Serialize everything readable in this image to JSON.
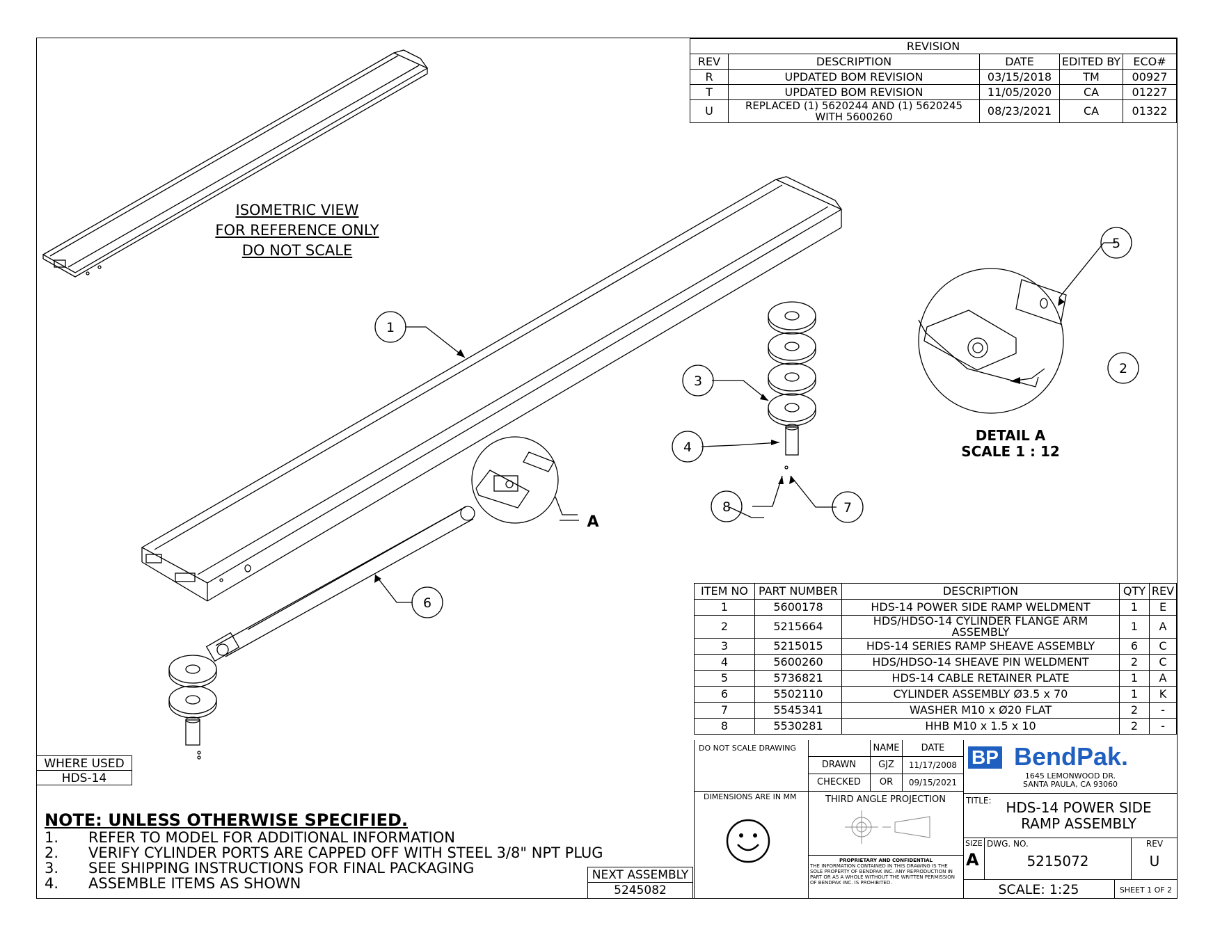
{
  "iso_note": [
    "ISOMETRIC VIEW",
    "FOR REFERENCE ONLY",
    "DO NOT SCALE"
  ],
  "detail": {
    "title": "DETAIL A",
    "scale": "SCALE 1 : 12",
    "callout": "A"
  },
  "balloons": [
    "1",
    "2",
    "3",
    "4",
    "5",
    "6",
    "7",
    "8"
  ],
  "revision": {
    "title": "REVISION",
    "headers": [
      "REV",
      "DESCRIPTION",
      "DATE",
      "EDITED BY",
      "ECO#"
    ],
    "rows": [
      [
        "R",
        "UPDATED BOM REVISION",
        "03/15/2018",
        "TM",
        "00927"
      ],
      [
        "T",
        "UPDATED BOM REVISION",
        "11/05/2020",
        "CA",
        "01227"
      ],
      [
        "U",
        "REPLACED (1) 5620244 AND (1) 5620245 WITH 5600260",
        "08/23/2021",
        "CA",
        "01322"
      ]
    ]
  },
  "bom": {
    "headers": [
      "ITEM NO",
      "PART NUMBER",
      "DESCRIPTION",
      "QTY",
      "REV"
    ],
    "rows": [
      [
        "1",
        "5600178",
        "HDS-14 POWER SIDE RAMP WELDMENT",
        "1",
        "E"
      ],
      [
        "2",
        "5215664",
        "HDS/HDSO-14 CYLINDER FLANGE ARM ASSEMBLY",
        "1",
        "A"
      ],
      [
        "3",
        "5215015",
        "HDS-14 SERIES RAMP SHEAVE ASSEMBLY",
        "6",
        "C"
      ],
      [
        "4",
        "5600260",
        "HDS/HDSO-14 SHEAVE PIN WELDMENT",
        "2",
        "C"
      ],
      [
        "5",
        "5736821",
        "HDS-14 CABLE RETAINER PLATE",
        "1",
        "A"
      ],
      [
        "6",
        "5502110",
        "CYLINDER ASSEMBLY Ø3.5 x 70",
        "1",
        "K"
      ],
      [
        "7",
        "5545341",
        "WASHER M10 x Ø20 FLAT",
        "2",
        "-"
      ],
      [
        "8",
        "5530281",
        "HHB M10 x 1.5 x 10",
        "2",
        "-"
      ]
    ]
  },
  "where_used": {
    "label": "WHERE USED",
    "value": "HDS-14"
  },
  "next_assembly": {
    "label": "NEXT ASSEMBLY",
    "value": "5245082"
  },
  "notes": {
    "heading": "NOTE: UNLESS OTHERWISE SPECIFIED",
    "items": [
      {
        "n": "1.",
        "text": "REFER TO MODEL FOR ADDITIONAL INFORMATION"
      },
      {
        "n": "2.",
        "text": "VERIFY CYLINDER PORTS ARE CAPPED OFF WITH STEEL 3/8\" NPT PLUG"
      },
      {
        "n": "3.",
        "text": "SEE SHIPPING INSTRUCTIONS FOR FINAL PACKAGING"
      },
      {
        "n": "4.",
        "text": "ASSEMBLE ITEMS AS SHOWN"
      }
    ]
  },
  "title_block": {
    "do_not_scale": "DO NOT SCALE DRAWING",
    "dimensions": "DIMENSIONS ARE IN MM",
    "name_label": "NAME",
    "date_label": "DATE",
    "drawn_label": "DRAWN",
    "drawn_name": "GJZ",
    "drawn_date": "11/17/2008",
    "checked_label": "CHECKED",
    "checked_name": "OR",
    "checked_date": "09/15/2021",
    "projection": "THIRD ANGLE PROJECTION",
    "proprietary_title": "PROPRIETARY AND CONFIDENTIAL",
    "proprietary_text": "THE INFORMATION CONTAINED IN THIS DRAWING IS THE SOLE PROPERTY OF BENDPAK INC. ANY REPRODUCTION IN PART OR AS A WHOLE WITHOUT THE WRITTEN PERMISSION OF BENDPAK INC. IS PROHIBITED.",
    "brand_mark": "BP",
    "brand_name": "BendPak.",
    "address1": "1645 LEMONWOOD DR.",
    "address2": "SANTA PAULA, CA 93060",
    "title_label": "TITLE:",
    "title1": "HDS-14 POWER SIDE",
    "title2": "RAMP ASSEMBLY",
    "size_label": "SIZE",
    "size": "A",
    "dwg_label": "DWG.  NO.",
    "dwg_no": "5215072",
    "rev_label": "REV",
    "rev": "U",
    "scale": "SCALE: 1:25",
    "sheet": "SHEET 1 OF 2"
  },
  "colors": {
    "brand_blue": "#1f5fbf",
    "line": "#000000"
  }
}
